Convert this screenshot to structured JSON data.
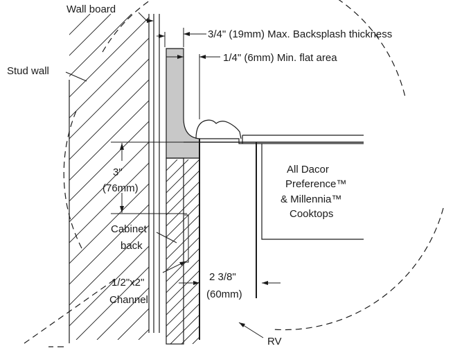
{
  "labels": {
    "wall_board": "Wall board",
    "stud_wall": "Stud wall",
    "backsplash_max": "3/4\" (19mm) Max. Backsplash thickness",
    "flat_area_min": "1/4\" (6mm) Min. flat area",
    "dim_3in": "3\"",
    "dim_76mm": "(76mm)",
    "cabinet_back_line1": "Cabinet",
    "cabinet_back_line2": "back",
    "channel_line1": "1/2\"x2\"",
    "channel_line2": "Channel",
    "dim_2_3_8": "2 3/8\"",
    "dim_60mm": "(60mm)",
    "cooktop_line1": "All Dacor",
    "cooktop_line2": "Preference™",
    "cooktop_line3": "& Millennia™",
    "cooktop_line4": "Cooktops",
    "rv": "RV"
  },
  "colors": {
    "line": "#1a1a1a",
    "backsplash_fill": "#c8c8c8",
    "background": "#ffffff"
  }
}
